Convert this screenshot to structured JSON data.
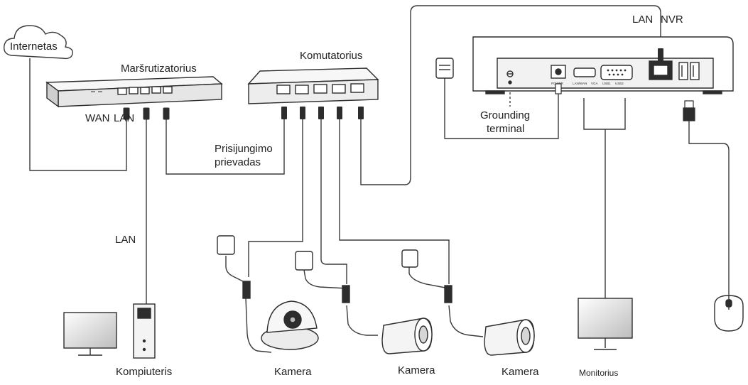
{
  "labels": {
    "internet": "Internetas",
    "router": "Maršrutizatorius",
    "router_wan": "WAN",
    "router_lan": "LAN",
    "switch": "Komutatorius",
    "uplink_line1": "Prisijungimo",
    "uplink_line2": "prievadas",
    "nvr_lan": "LAN",
    "nvr": "NVR",
    "grounding_line1": "Grounding",
    "grounding_line2": "terminal",
    "pc_lan": "LAN",
    "computer": "Kompiuteris",
    "camera1": "Kamera",
    "camera2": "Kamera",
    "camera3": "Kamera",
    "monitor": "Monitorius"
  },
  "nvr_ports": {
    "power": "POWER",
    "lan": "LAN/WAN",
    "vga": "VGA",
    "usb1": "USB1",
    "usb2": "USB2"
  },
  "colors": {
    "line": "#3a3a3a",
    "device_fill": "#f2f2f2",
    "device_stroke": "#2d2d2d",
    "accent_dark": "#1f1f1f",
    "text": "#222222"
  }
}
